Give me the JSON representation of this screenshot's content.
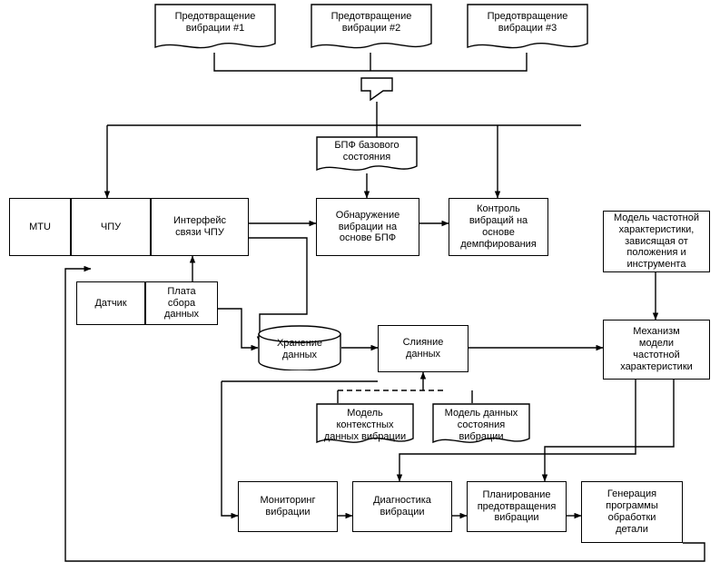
{
  "diagram": {
    "title": "Vibration prevention control scheme",
    "colors": {
      "stroke": "#000000",
      "fill": "#ffffff",
      "paper_edge": "#8c8c8c"
    },
    "documents": [
      {
        "id": "doc1",
        "label": "Предотвращение\nвибрации #1"
      },
      {
        "id": "doc2",
        "label": "Предотвращение\nвибрации #2"
      },
      {
        "id": "doc3",
        "label": "Предотвращение\nвибрации #3"
      }
    ],
    "boxes": [
      {
        "id": "mtu",
        "label": "MTU"
      },
      {
        "id": "cnc",
        "label": "ЧПУ"
      },
      {
        "id": "cnc_iface",
        "label": "Интерфейс\nсвязи ЧПУ"
      },
      {
        "id": "fft_base",
        "label": "БПФ базового\nсостояния"
      },
      {
        "id": "fft_detect",
        "label": "Обнаружение\nвибрации на\nоснове БПФ"
      },
      {
        "id": "damp_control",
        "label": "Контроль\nвибраций на\nоснове\nдемпфирования"
      },
      {
        "id": "sensor",
        "label": "Датчик"
      },
      {
        "id": "daq_board",
        "label": "Плата\nсбора\nданных"
      },
      {
        "id": "freq_model",
        "label": "Модель частотной\nхарактеристики,\nзависящая от\nположения и\nинструмента"
      },
      {
        "id": "data_fusion",
        "label": "Слияние\nданных"
      },
      {
        "id": "freq_mechanism",
        "label": "Механизм\nмодели\nчастотной\nхарактеристики"
      },
      {
        "id": "monitoring",
        "label": "Мониторинг\nвибрации"
      },
      {
        "id": "diagnostics",
        "label": "Диагностика\nвибрации"
      },
      {
        "id": "planning",
        "label": "Планирование\nпредотвращения\nвибрации"
      },
      {
        "id": "program_gen",
        "label": "Генерация\nпрограммы\nобработки\nдетали"
      }
    ],
    "cylinders": [
      {
        "id": "storage",
        "label": "Хранение\nданных"
      }
    ],
    "wave_docs": [
      {
        "id": "ctx_model",
        "label": "Модель\nконтекстных\nданных вибрации"
      },
      {
        "id": "state_model",
        "label": "Модель данных\nсостояния\nвибрации"
      }
    ]
  }
}
